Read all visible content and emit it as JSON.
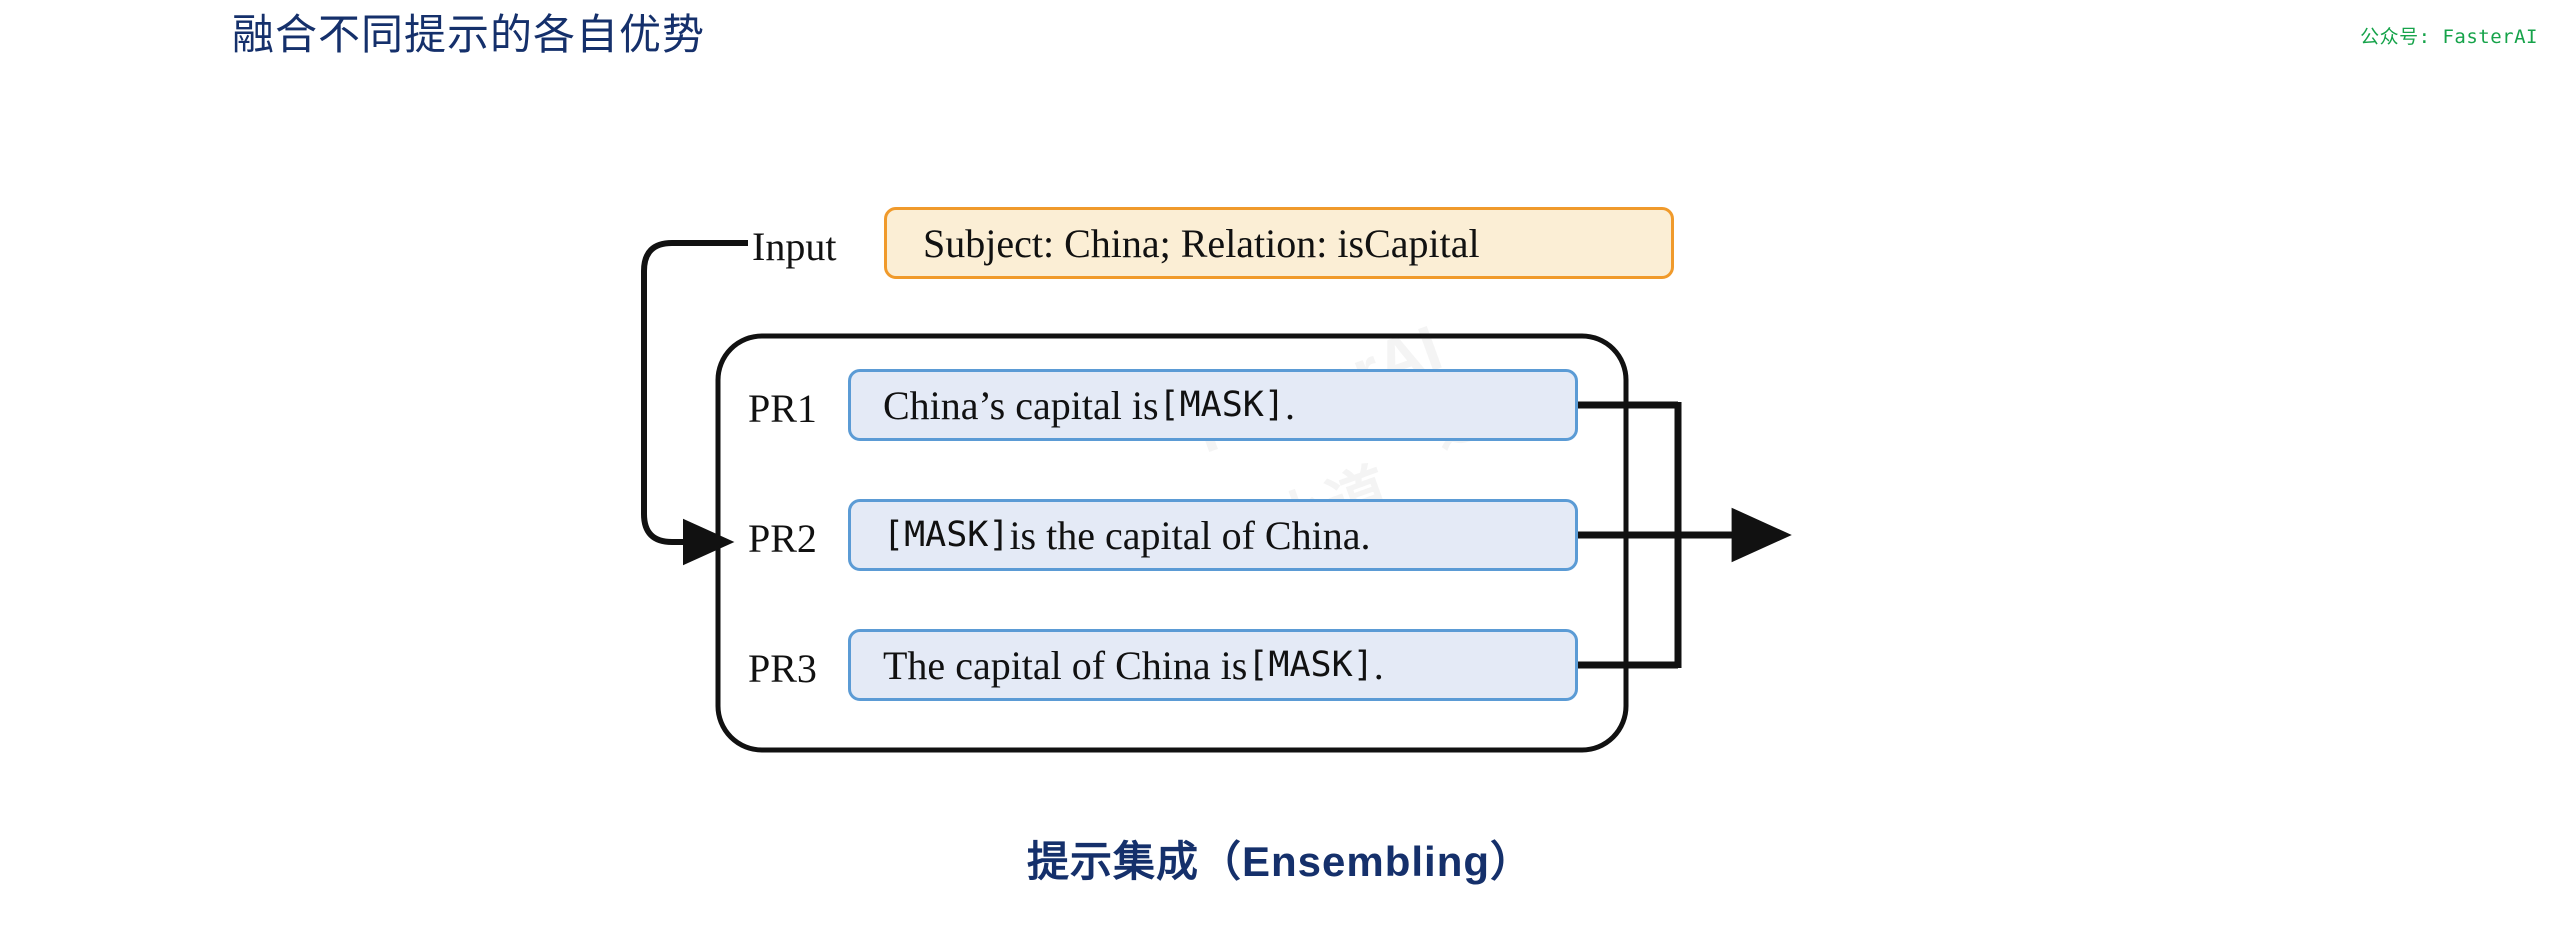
{
  "header": {
    "title": "融合不同提示的各自优势",
    "watermark": "公众号: FasterAI"
  },
  "colors": {
    "title_navy": "#15306b",
    "watermark_green": "#16a34a",
    "input_fill": "#fbeed5",
    "input_border": "#f09a2b",
    "prompt_fill": "#e4eaf6",
    "prompt_border": "#5b9bd5",
    "connector_black": "#111111"
  },
  "diagram": {
    "input_row": {
      "label": "Input",
      "value": "Subject: China; Relation: isCapital"
    },
    "prompts": [
      {
        "label": "PR1",
        "prefix": "China’s capital is ",
        "mask": "[MASK]",
        "suffix": "."
      },
      {
        "label": "PR2",
        "prefix": "",
        "mask": "[MASK]",
        "suffix": "  is the capital of China."
      },
      {
        "label": "PR3",
        "prefix": "The capital of China is ",
        "mask": "[MASK]",
        "suffix": "."
      }
    ],
    "ghost_watermarks": [
      "FasterAI",
      "追",
      "AI小道"
    ]
  },
  "caption": {
    "text": "提示集成（Ensembling）"
  }
}
